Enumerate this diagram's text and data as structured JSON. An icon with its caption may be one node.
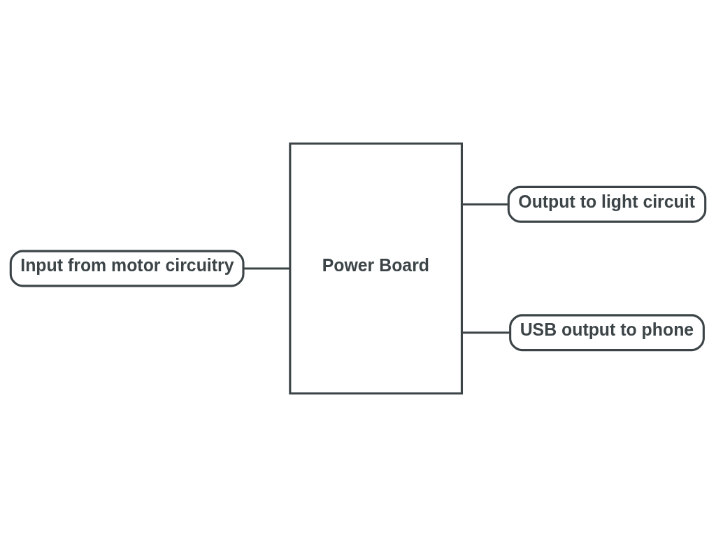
{
  "diagram": {
    "nodes": [
      {
        "text": [
          "Input from motor circuitry"
        ]
      },
      {
        "text": [
          "Power Board"
        ]
      },
      {
        "text": [
          "Output to light circuit"
        ]
      },
      {
        "text": [
          "USB output to phone"
        ]
      }
    ],
    "edges": [
      {
        "from": 0,
        "to": 1,
        "arrow": "none"
      },
      {
        "from": 1,
        "to": 2,
        "arrow": "none"
      },
      {
        "from": 1,
        "to": 3,
        "arrow": "none"
      }
    ]
  }
}
